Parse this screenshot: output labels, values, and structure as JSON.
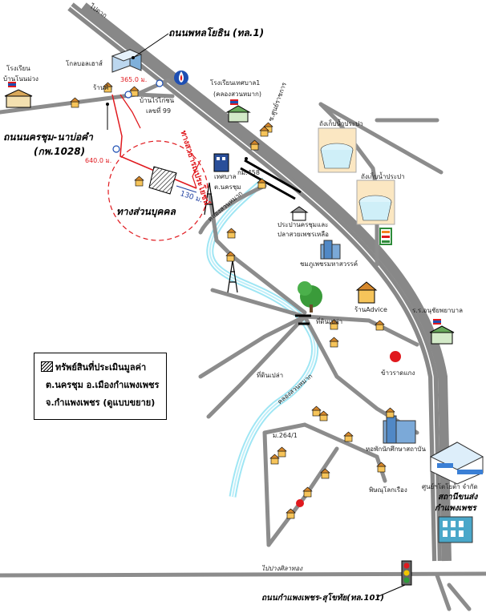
{
  "labels": {
    "to_tak": "ไปตาก",
    "phahon_road": "ถนนพหลโยธิน (ทล.1)",
    "school_ban_non_muang_1": "โรงเรียน",
    "school_ban_non_muang_2": "บ้านโนนม่วง",
    "global_house": "โกลบอลเฮาส์",
    "shop": "ร้านค้า",
    "dist_365": "365.0 ม.",
    "house_name": "บ้านไร่ไก่ชน",
    "house_no": "เลขที่ 99",
    "municipal_school_1": "โรงเรียนเทศบาล1",
    "municipal_school_2": "(คลองสวนหมาก)",
    "soi": "ซ.ศูนย์ราชการ",
    "nakhon_chum_road_1": "ถนนนครชุม-นาบ่อคำ",
    "nakhon_chum_road_2": "(กพ.1028)",
    "dist_640": "640.0 ม.",
    "dist_130": "130 ม.",
    "private_way": "ทางส่วนบุคคล",
    "access_road_red": "ทางสาธารณประโยชน์",
    "municipality_1": "เทศบาล",
    "municipality_2": "ต.นครชุม",
    "km_marker": "กม.458",
    "water_tank_1": "ถังเก็บน้ำประปา",
    "water_tank_2": "ถังเก็บน้ำประปา",
    "water_office_1": "ประปานครชุมและ",
    "water_office_2": "ปลาสวยเพชรเหลือ",
    "canal_1": "คลองสวนหมาก",
    "canal_2": "คลองสวนหมาก",
    "hotel": "ชมภูเพชรมหาสวรรค์",
    "shop_advice": "ร้านAdvice",
    "hospital": "ร.ร.อนุชัยพยาบาล",
    "empty_land_1": "ที่ดินเปล่า",
    "empty_land_2": "ที่ดินเปล่า",
    "rice_mill": "ข้าวราดแกง",
    "village": "ม.264/1",
    "condo": "หอพักนักศึกษาสถาบัน",
    "car_center": "ศูนย์ฯโตโยต้า จำกัด",
    "tire_shop": "พิษณุโลกเรือง",
    "bus_station_1": "สถานีขนส่ง",
    "bus_station_2": "กำแพงเพชร",
    "to_pang_sila": "ไปปางศิลาทอง",
    "kamphaeng_road": "ถนนกำแพงเพชร-สุโขทัย(ทล.101)",
    "seven": "7"
  },
  "legend": {
    "line1": "ทรัพย์สินที่ประเมินมูลค่า",
    "line2": "ต.นครชุม อ.เมืองกำแพงเพชร",
    "line3": "จ.กำแพงเพชร (ดูแบบขยาย)"
  },
  "colors": {
    "road": "#8c8c8c",
    "canal": "#7fdcef",
    "highway_edge": "#444444",
    "red_path": "#e0191e",
    "circle": "#e0191e"
  },
  "icons": [
    "house-icon",
    "school-icon",
    "water-tank-icon",
    "tower-icon",
    "bridge-icon",
    "tree-icon",
    "traffic-light-icon",
    "gas-station-icon",
    "seven-eleven-icon",
    "bus-station-icon",
    "building-icon"
  ]
}
